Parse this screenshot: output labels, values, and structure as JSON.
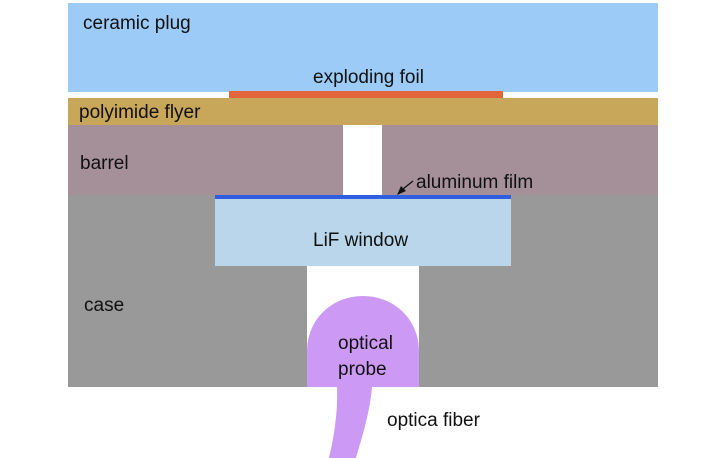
{
  "labels": {
    "ceramic_plug": "ceramic plug",
    "exploding_foil": "exploding foil",
    "polyimide_flyer": "polyimide flyer",
    "barrel": "barrel",
    "aluminum_film": "aluminum film",
    "lif_window": "LiF window",
    "case": "case",
    "optical_probe_line1": "optical",
    "optical_probe_line2": "probe",
    "optical_fiber": "optica fiber"
  },
  "colors": {
    "ceramic_plug": "#9ccbf8",
    "exploding_foil": "#e2653b",
    "polyimide_flyer": "#c8a65a",
    "barrel": "#a59099",
    "case": "#999999",
    "aluminum_film": "#2f5fe0",
    "lif_window": "#b9d6ea",
    "optical_probe": "#cc99f5",
    "bore": "#ffffff"
  }
}
